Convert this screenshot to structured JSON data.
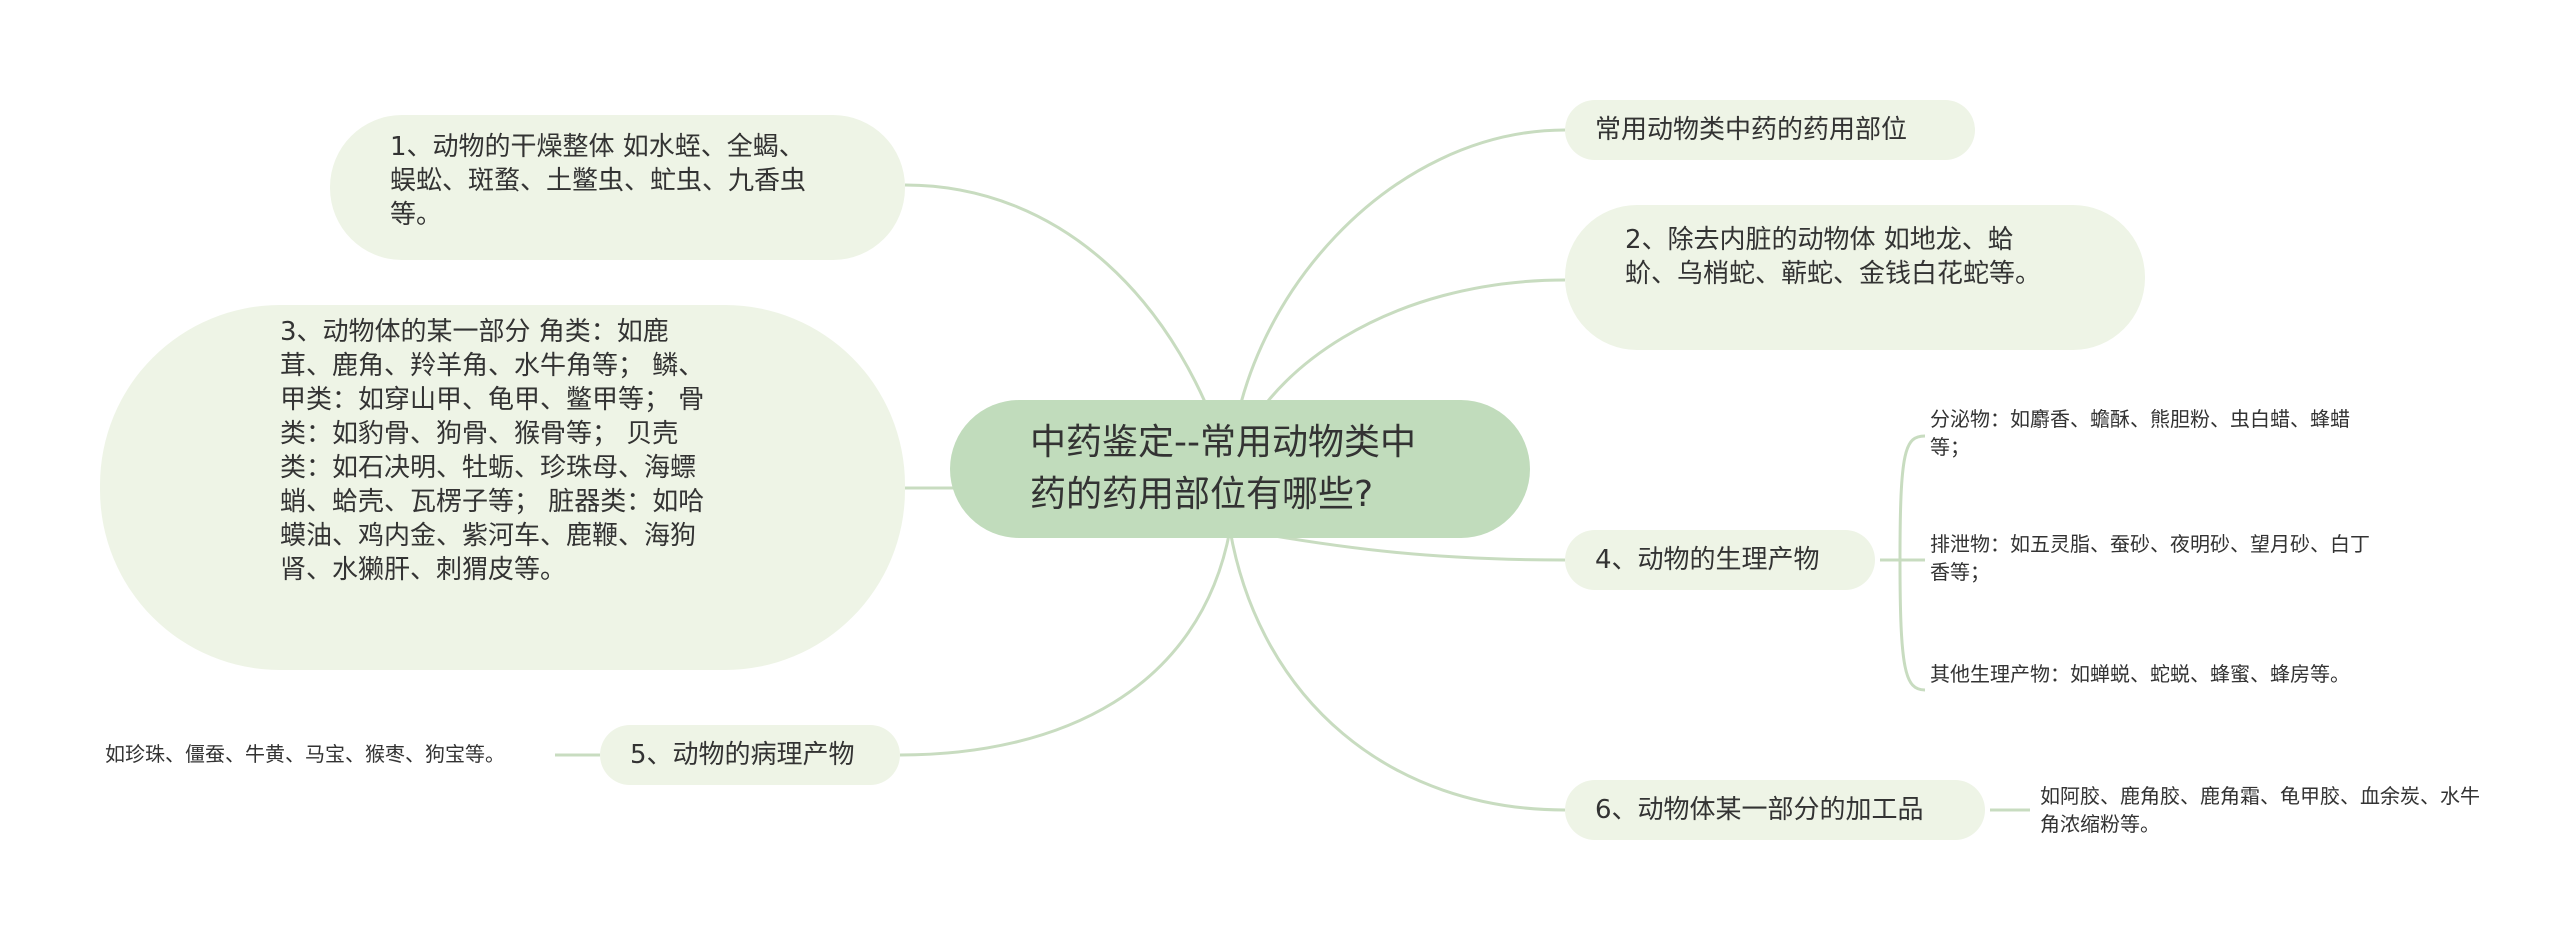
{
  "center": {
    "title": "中药鉴定--常用动物类中药的药用部位有哪些?"
  },
  "right": {
    "topic": "常用动物类中药的药用部位",
    "item2": "2、除去内脏的动物体 如地龙、蛤蚧、乌梢蛇、蕲蛇、金钱白花蛇等。",
    "item4": {
      "label": "4、动物的生理产物",
      "subs": [
        "分泌物：如麝香、蟾酥、熊胆粉、虫白蜡、蜂蜡等；",
        "排泄物：如五灵脂、蚕砂、夜明砂、望月砂、白丁香等；",
        "其他生理产物：如蝉蜕、蛇蜕、蜂蜜、蜂房等。"
      ]
    },
    "item6": {
      "label": "6、动物体某一部分的加工品",
      "detail": "如阿胶、鹿角胶、鹿角霜、龟甲胶、血余炭、水牛角浓缩粉等。"
    }
  },
  "left": {
    "item1": "1、动物的干燥整体 如水蛭、全蝎、蜈蚣、斑蝥、土鳖虫、虻虫、九香虫等。",
    "item3": "3、动物体的某一部分 角类：如鹿茸、鹿角、羚羊角、水牛角等； 鳞、甲类：如穿山甲、龟甲、鳖甲等； 骨类：如豹骨、狗骨、猴骨等； 贝壳类：如石决明、牡蛎、珍珠母、海螵蛸、蛤壳、瓦楞子等； 脏器类：如哈蟆油、鸡内金、紫河车、鹿鞭、海狗肾、水獭肝、刺猬皮等。",
    "item5": {
      "label": "5、动物的病理产物",
      "detail": "如珍珠、僵蚕、牛黄、马宝、猴枣、狗宝等。"
    }
  },
  "colors": {
    "line": "#c8dcc0",
    "center": "#c1dcbc",
    "bubble": "#eef4e6"
  }
}
